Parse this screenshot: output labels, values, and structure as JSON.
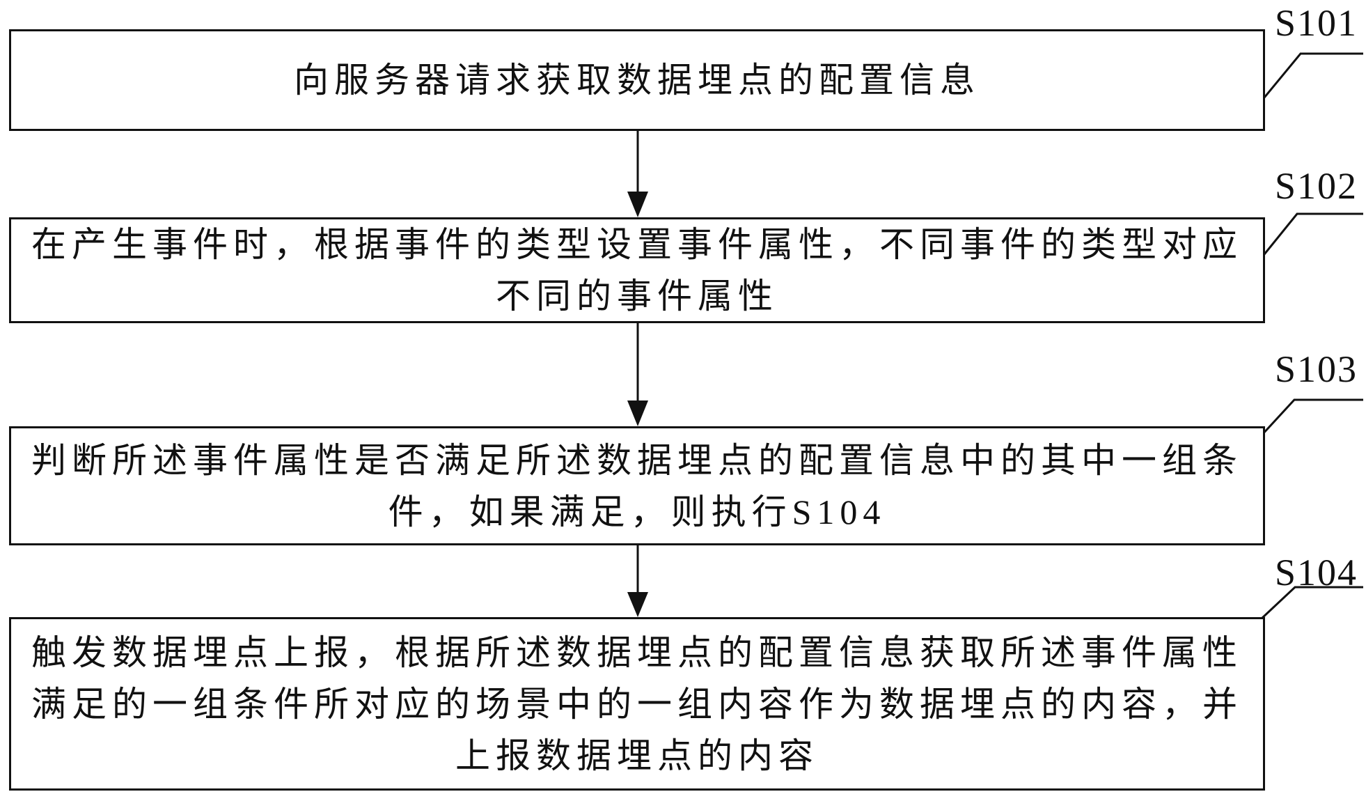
{
  "figure": {
    "type": "flowchart",
    "steps": [
      {
        "label": "S101",
        "text_lines": [
          "向服务器请求获取数据埋点的配置信息"
        ]
      },
      {
        "label": "S102",
        "text_lines": [
          "在产生事件时，根据事件的类型设置事件属性，不同事件的类型对应",
          "不同的事件属性"
        ]
      },
      {
        "label": "S103",
        "text_lines": [
          "判断所述事件属性是否满足所述数据埋点的配置信息中的其中一组条",
          "件，如果满足，则执行S104"
        ]
      },
      {
        "label": "S104",
        "text_lines": [
          "触发数据埋点上报，根据所述数据埋点的配置信息获取所述事件属性",
          "满足的一组条件所对应的场景中的一组内容作为数据埋点的内容，并",
          "上报数据埋点的内容"
        ]
      }
    ],
    "colors": {
      "line": "#111111",
      "text": "#111111",
      "background": "#ffffff"
    }
  }
}
